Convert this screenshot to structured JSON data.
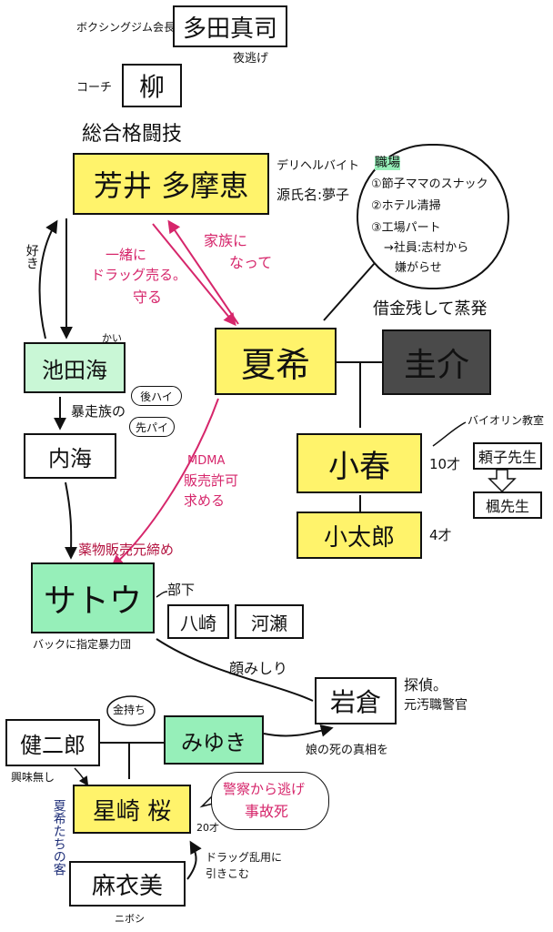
{
  "colors": {
    "yellow": "#fff36b",
    "green": "#96efb9",
    "mint": "#c9f7d6",
    "dark": "#4a4a4a",
    "pink": "#d6266b",
    "navy": "#1e2e78"
  },
  "nodes": {
    "tada": {
      "name": "多田真司",
      "role": "ボクシングジム会長",
      "note": "夜逃げ"
    },
    "yanagi": {
      "name": "柳",
      "role": "コーチ"
    },
    "yoshii": {
      "name": "芳井 多摩恵",
      "header": "総合格闘技",
      "note1": "デリヘルバイト",
      "note2": "源氏名:夢子"
    },
    "natsuki": {
      "name": "夏希"
    },
    "keisuke": {
      "name": "圭介",
      "note": "借金残して蒸発"
    },
    "ikeda": {
      "name": "池田海",
      "ruby": "かい"
    },
    "uchiumi": {
      "name": "内海"
    },
    "koharu": {
      "name": "小春",
      "age": "10才"
    },
    "kotaro": {
      "name": "小太郎",
      "age": "4才"
    },
    "sato": {
      "name": "サトウ",
      "note": "バックに指定暴力団"
    },
    "hachizaki": {
      "name": "八崎"
    },
    "kawase": {
      "name": "河瀬"
    },
    "iwakura": {
      "name": "岩倉",
      "note1": "探偵。",
      "note2": "元汚職警官"
    },
    "kenjiro": {
      "name": "健二郎"
    },
    "miyuki": {
      "name": "みゆき"
    },
    "hoshizaki": {
      "name": "星崎 桜",
      "age": "20才"
    },
    "maimi": {
      "name": "麻衣美",
      "note": "ニボシ"
    },
    "yoriko": {
      "name": "頼子先生"
    },
    "kaede": {
      "name": "楓先生"
    }
  },
  "workplace": {
    "title": "職場",
    "items": [
      "①節子ママのスナック",
      "②ホテル清掃",
      "③工場パート",
      "→社員:志村から",
      "嫌がらせ"
    ]
  },
  "labels": {
    "suki": "好き",
    "bousouzoku": "暴走族の",
    "kouhai": "後ハイ",
    "senpai": "先パイ",
    "issho": [
      "一緒に",
      "ドラッグ売る。",
      "守る"
    ],
    "kazoku": [
      "家族に",
      "なって"
    ],
    "mdma": [
      "MDMA",
      "販売許可",
      "求める"
    ],
    "yakubutsu": "薬物販売元締め",
    "buka": "部下",
    "kaomishiri": "顔みしり",
    "violin": "バイオリン教室",
    "kanemochi": "金持ち",
    "kyoumi": "興味無し",
    "musume": "娘の死の真相を",
    "keisatsu": [
      "警察から逃げ",
      "事故死"
    ],
    "drug": [
      "ドラッグ乱用に",
      "引きこむ"
    ],
    "kyaku": "夏希たちの客"
  }
}
